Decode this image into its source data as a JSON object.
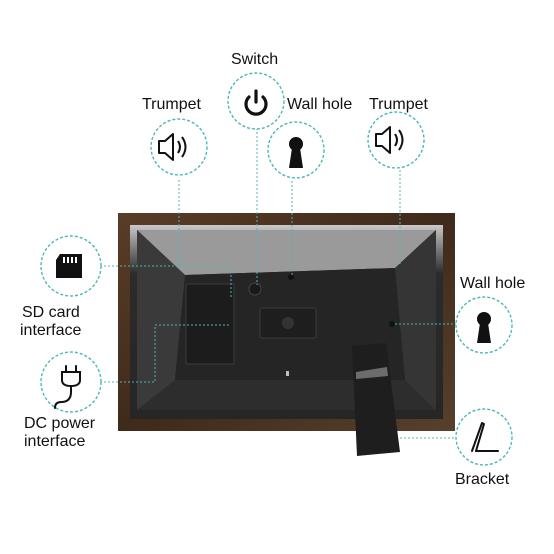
{
  "labels": {
    "switch": "Switch",
    "trumpet_left": "Trumpet",
    "wall_hole_top": "Wall hole",
    "trumpet_right": "Trumpet",
    "wall_hole_side": "Wall hole",
    "sd_line1": "SD card",
    "sd_line2": "interface",
    "dc_line1": "DC power",
    "dc_line2": "interface",
    "bracket": "Bracket"
  },
  "icons": {
    "switch": "power-icon",
    "trumpet_left": "speaker-icon",
    "wall_hole_top": "keyhole-icon",
    "trumpet_right": "speaker-icon",
    "wall_hole_side": "keyhole-icon",
    "sd": "sd-card-icon",
    "dc": "dc-plug-icon",
    "bracket": "bracket-icon"
  },
  "colors": {
    "accent_teal": "#4fb7b7",
    "frame_wood": "#4a3220",
    "back_panel": "#2a2a2a",
    "icon_black": "#111111"
  }
}
